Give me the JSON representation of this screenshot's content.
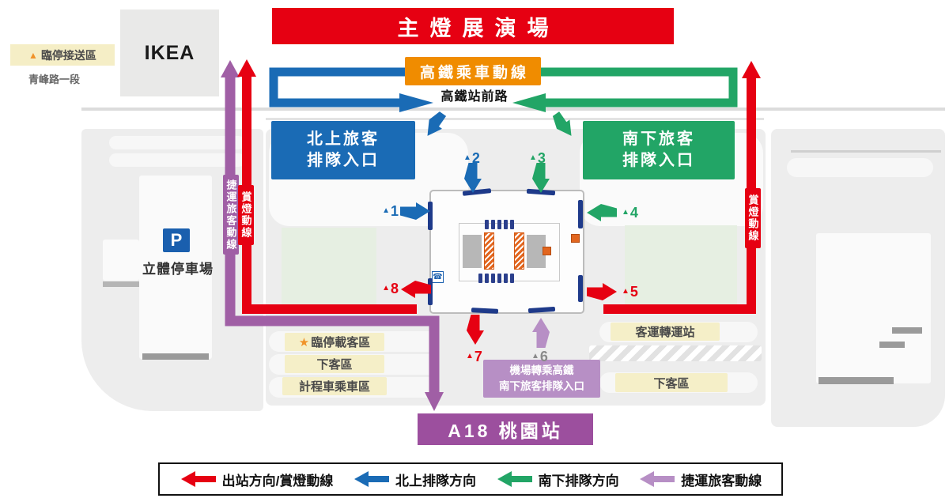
{
  "colors": {
    "red": "#e60012",
    "blue": "#1a6bb5",
    "green": "#22a566",
    "orange_banner": "#f08c00",
    "mrt_purple": "#a05fa5",
    "light_purple": "#b78fc5",
    "a18_purple": "#9c4f9e",
    "zone_yellow": "#f5efc8",
    "gray_marker": "#8a8a8a"
  },
  "top": {
    "main_banner": "主燈展演場",
    "hsr_flow": "高鐵乘車動線",
    "road": "高鐵站前路"
  },
  "left_area": {
    "ikea": "IKEA",
    "pickup_marker": "▲",
    "pickup_label": "臨停接送區",
    "road": "青峰路一段",
    "parking_icon": "P",
    "parking_label": "立體停車場"
  },
  "entries": {
    "north_line1": "北上旅客",
    "north_line2": "排隊入口",
    "south_line1": "南下旅客",
    "south_line2": "排隊入口"
  },
  "flow_lines": {
    "mrt": "捷運旅客動線",
    "lantern_left": "賞燈動線",
    "lantern_right": "賞燈動線"
  },
  "zones": {
    "temp_star": "★",
    "temp": "臨停載客區",
    "drop_left": "下客區",
    "taxi": "計程車乘車區",
    "bus": "客運轉運站",
    "drop_right": "下客區"
  },
  "airport_transfer": {
    "line1": "機場轉乘高鐵",
    "line2": "南下旅客排隊入口"
  },
  "a18": "A18 桃園站",
  "markers": [
    {
      "tri": "▲",
      "num": "1"
    },
    {
      "tri": "▲",
      "num": "2"
    },
    {
      "tri": "▲",
      "num": "3"
    },
    {
      "tri": "▲",
      "num": "4"
    },
    {
      "tri": "▲",
      "num": "5"
    },
    {
      "tri": "▲",
      "num": "6"
    },
    {
      "tri": "▲",
      "num": "7"
    },
    {
      "tri": "▲",
      "num": "8"
    }
  ],
  "legend": {
    "items": [
      {
        "label": "出站方向/賞燈動線",
        "color": "#e60012"
      },
      {
        "label": "北上排隊方向",
        "color": "#1a6bb5"
      },
      {
        "label": "南下排隊方向",
        "color": "#22a566"
      },
      {
        "label": "捷運旅客動線",
        "color": "#b78fc5"
      }
    ]
  }
}
